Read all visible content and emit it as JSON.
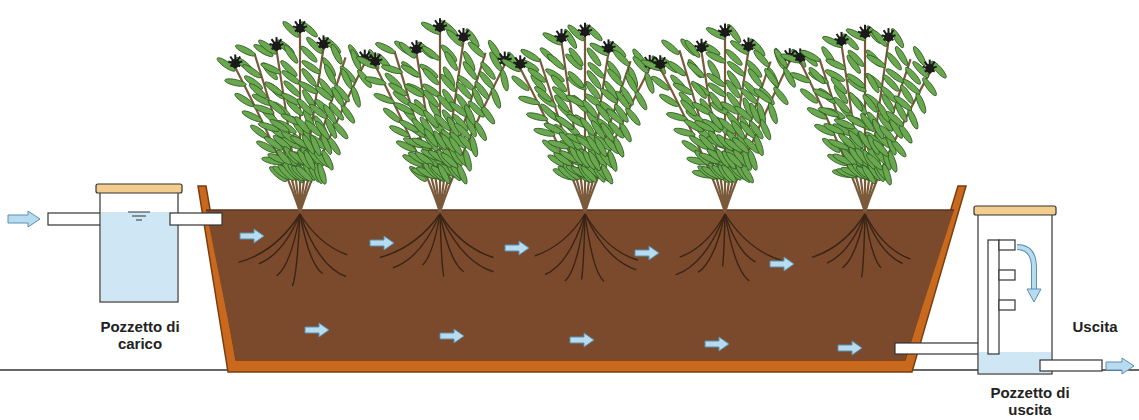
{
  "diagram": {
    "labels": [
      "Pozzetto di carico",
      "Pozzetto di uscita",
      "Uscita"
    ]
  }
}
